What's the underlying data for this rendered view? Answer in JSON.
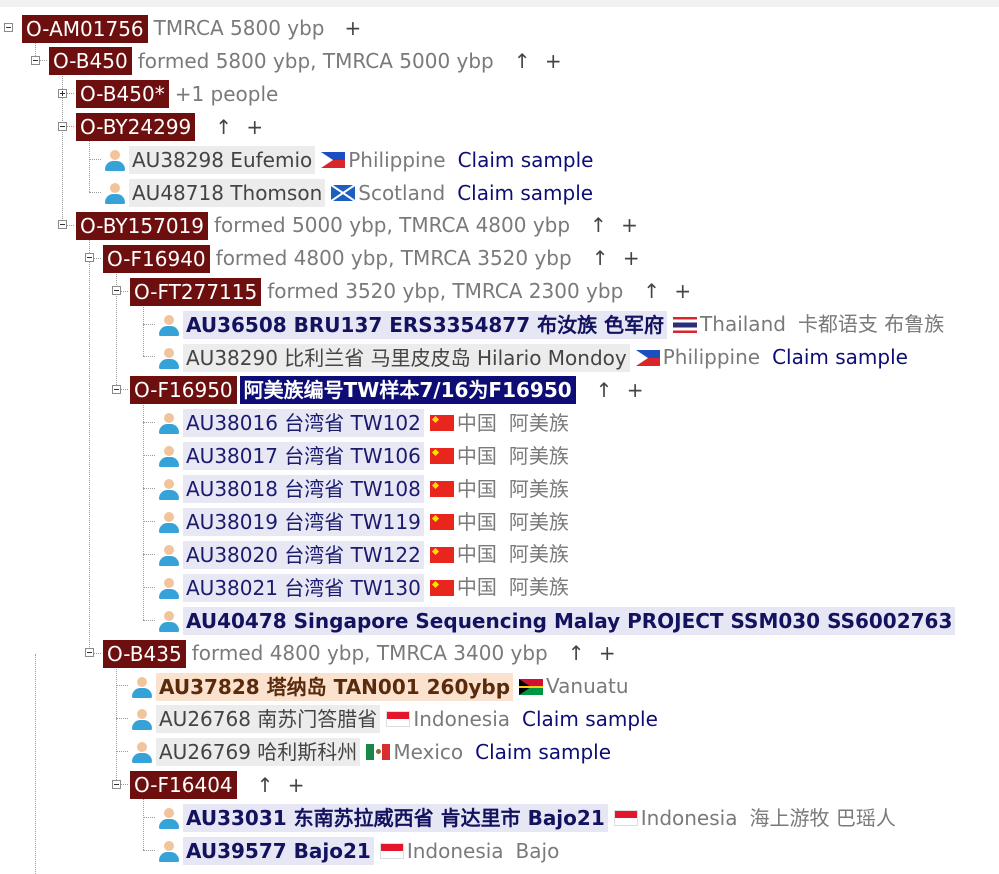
{
  "colors": {
    "haplogroup_bg": "#6d0f0f",
    "note_bg": "#0d0d75",
    "claim_link": "#0d0d75",
    "info_text": "#7a7a7a"
  },
  "tree": [
    {
      "kind": "node",
      "expander": "minus",
      "id": "O-AM01756",
      "info": "TMRCA 5800 ybp",
      "actions": "+"
    },
    {
      "kind": "node",
      "expander": "minus",
      "id": "O-B450",
      "info": "formed 5800 ybp, TMRCA 5000 ybp",
      "actions": "↑ +"
    },
    {
      "kind": "node",
      "expander": "plus",
      "id": "O-B450*",
      "info": "+1 people",
      "actions": ""
    },
    {
      "kind": "node",
      "expander": "minus",
      "id": "O-BY24299",
      "info": "",
      "actions": "↑ +"
    },
    {
      "kind": "sample",
      "name": "AU38298 Eufemio",
      "style": "plain",
      "flag": "ph-flag-icon",
      "country": "Philippine",
      "claim": "Claim sample",
      "extra": ""
    },
    {
      "kind": "sample",
      "name": "AU48718 Thomson",
      "style": "plain",
      "flag": "scotland-flag-icon",
      "country": "Scotland",
      "claim": "Claim sample",
      "extra": ""
    },
    {
      "kind": "node",
      "expander": "minus",
      "id": "O-BY157019",
      "info": "formed 5000 ybp, TMRCA 4800 ybp",
      "actions": "↑ +"
    },
    {
      "kind": "node",
      "expander": "minus",
      "id": "O-F16940",
      "info": "formed 4800 ybp, TMRCA 3520 ybp",
      "actions": "↑ +"
    },
    {
      "kind": "node",
      "expander": "minus",
      "id": "O-FT277115",
      "info": "formed 3520 ybp, TMRCA 2300 ybp",
      "actions": "↑ +"
    },
    {
      "kind": "sample",
      "name": "AU36508 BRU137 ERS3354877 布汝族 色军府",
      "style": "bold",
      "flag": "thailand-flag-icon",
      "country": "Thailand",
      "claim": "",
      "extra": "卡都语支 布鲁族"
    },
    {
      "kind": "sample",
      "name": "AU38290 比利兰省 马里皮皮岛 Hilario Mondoy",
      "style": "plain",
      "flag": "ph-flag-icon",
      "country": "Philippine",
      "claim": "Claim sample",
      "extra": ""
    },
    {
      "kind": "node",
      "expander": "minus",
      "id": "O-F16950",
      "info": "",
      "note": "阿美族编号TW样本7/16为F16950",
      "actions": "↑ +"
    },
    {
      "kind": "sample",
      "name": "AU38016 台湾省 TW102",
      "style": "ancient",
      "flag": "china-flag-icon",
      "country": "中国",
      "claim": "",
      "extra": "阿美族"
    },
    {
      "kind": "sample",
      "name": "AU38017 台湾省 TW106",
      "style": "ancient",
      "flag": "china-flag-icon",
      "country": "中国",
      "claim": "",
      "extra": "阿美族"
    },
    {
      "kind": "sample",
      "name": "AU38018 台湾省 TW108",
      "style": "ancient",
      "flag": "china-flag-icon",
      "country": "中国",
      "claim": "",
      "extra": "阿美族"
    },
    {
      "kind": "sample",
      "name": "AU38019 台湾省 TW119",
      "style": "ancient",
      "flag": "china-flag-icon",
      "country": "中国",
      "claim": "",
      "extra": "阿美族"
    },
    {
      "kind": "sample",
      "name": "AU38020 台湾省 TW122",
      "style": "ancient",
      "flag": "china-flag-icon",
      "country": "中国",
      "claim": "",
      "extra": "阿美族"
    },
    {
      "kind": "sample",
      "name": "AU38021 台湾省 TW130",
      "style": "ancient",
      "flag": "china-flag-icon",
      "country": "中国",
      "claim": "",
      "extra": "阿美族"
    },
    {
      "kind": "sample",
      "name": "AU40478 Singapore Sequencing Malay PROJECT SSM030 SS6002763",
      "style": "bold",
      "flag": "",
      "country": "",
      "claim": "",
      "extra": ""
    },
    {
      "kind": "node",
      "expander": "minus",
      "id": "O-B435",
      "info": "formed 4800 ybp, TMRCA 3400 ybp",
      "actions": "↑ +"
    },
    {
      "kind": "sample",
      "name": "AU37828 塔纳岛 TAN001 260ybp",
      "style": "old",
      "flag": "vanuatu-flag-icon",
      "country": "Vanuatu",
      "claim": "",
      "extra": ""
    },
    {
      "kind": "sample",
      "name": "AU26768 南苏门答腊省",
      "style": "plain",
      "flag": "indonesia-flag-icon",
      "country": "Indonesia",
      "claim": "Claim sample",
      "extra": ""
    },
    {
      "kind": "sample",
      "name": "AU26769 哈利斯科州",
      "style": "plain",
      "flag": "mexico-flag-icon",
      "country": "Mexico",
      "claim": "Claim sample",
      "extra": ""
    },
    {
      "kind": "node",
      "expander": "minus",
      "id": "O-F16404",
      "info": "",
      "actions": "↑ +"
    },
    {
      "kind": "sample",
      "name": "AU33031 东南苏拉威西省 肯达里市 Bajo21",
      "style": "bold",
      "flag": "indonesia-flag-icon",
      "country": "Indonesia",
      "claim": "",
      "extra": "海上游牧 巴瑶人"
    },
    {
      "kind": "sample",
      "name": "AU39577 Bajo21",
      "style": "bold",
      "flag": "indonesia-flag-icon",
      "country": "Indonesia",
      "claim": "",
      "extra": "Bajo"
    }
  ]
}
